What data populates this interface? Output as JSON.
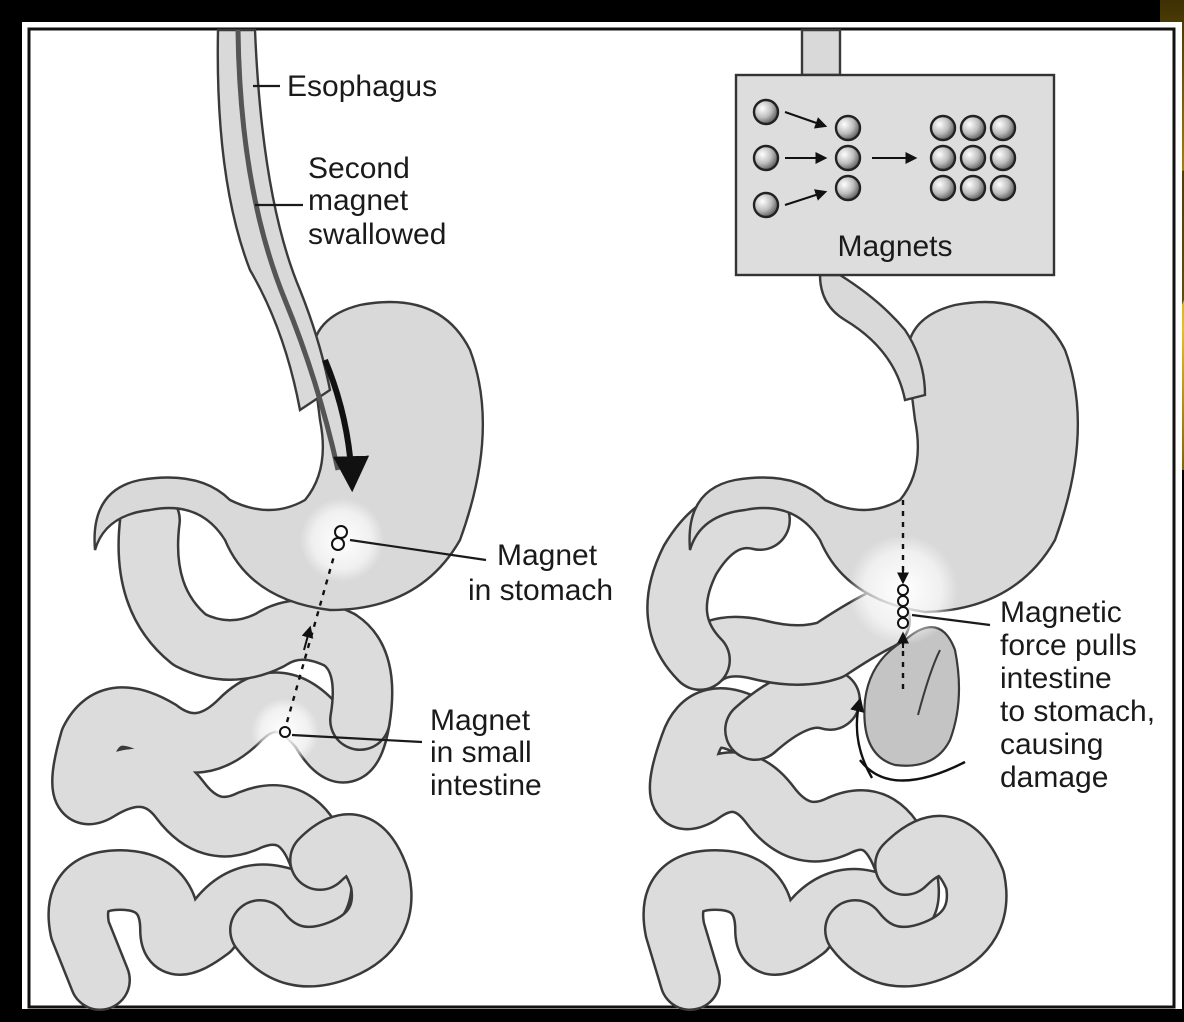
{
  "labels": {
    "esophagus": "Esophagus",
    "second_magnet": [
      "Second",
      "magnet",
      "swallowed"
    ],
    "magnet_in_stomach": [
      "Magnet",
      "in stomach"
    ],
    "magnet_in_small_intestine": [
      "Magnet",
      "in small",
      "intestine"
    ],
    "magnets_box_title": "Magnets",
    "magnetic_force": [
      "Magnetic",
      "force pulls",
      "intestine",
      "to stomach,",
      "causing",
      "damage"
    ]
  },
  "colors": {
    "frame_background": "#000000",
    "panel_background": "#ffffff",
    "organ_fill": "#d9d9d9",
    "outline": "#3a3a3a",
    "text": "#1a1a1a",
    "photo_edge_yellow": "#c9a515"
  }
}
